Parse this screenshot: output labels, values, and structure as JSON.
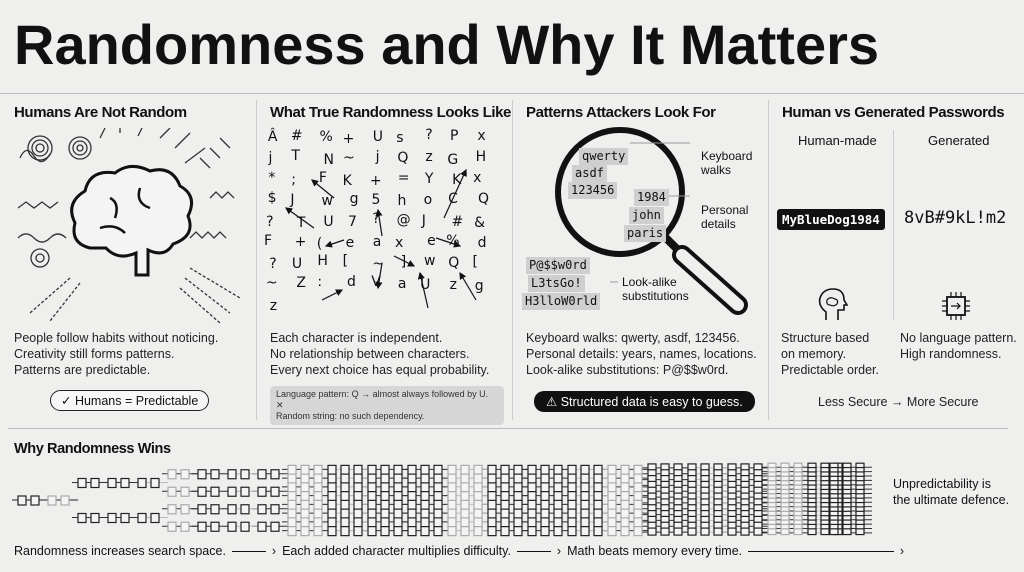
{
  "title": "Randomness and Why It Matters",
  "panels": {
    "humans": {
      "heading": "Humans Are Not Random",
      "lines": [
        "People follow habits without noticing.",
        "Creativity still forms patterns.",
        "Patterns are predictable."
      ],
      "badge": "Humans = Predictable",
      "badge_icon": "check-icon"
    },
    "true_random": {
      "heading": "What True Randomness Looks Like",
      "characters": [
        "Â",
        "#",
        "%",
        "+",
        "U",
        "s",
        "?",
        "P",
        "x",
        "j",
        "T",
        "N",
        "~",
        "j",
        "Q",
        "z",
        "G",
        "H",
        "*",
        ";",
        "F",
        "K",
        "+",
        "=",
        "Y",
        "K",
        "x",
        "$",
        "J",
        "w",
        "g",
        "5",
        "h",
        "o",
        "C",
        "Q",
        "?",
        "T",
        "U",
        "7",
        "?",
        "@",
        "J",
        "#",
        "&",
        "F",
        "+",
        "(",
        "e",
        "a",
        "x",
        "e",
        "%",
        "d",
        "?",
        "U",
        "H",
        "[",
        "~",
        "]",
        "w",
        "Q",
        "[",
        "~",
        "Z",
        ":",
        "d",
        "V",
        "a",
        "U",
        "z",
        "g",
        "z"
      ],
      "lines": [
        "Each character is independent.",
        "No relationship between characters.",
        "Every next choice has equal probability."
      ],
      "note_lines": [
        "Language pattern: Q → almost always followed by U. ✕",
        "Random string: no such dependency."
      ]
    },
    "attackers": {
      "heading": "Patterns Attackers Look For",
      "keyboard_tags": [
        "qwerty",
        "asdf",
        "123456"
      ],
      "personal_tags": [
        "1984",
        "john",
        "paris"
      ],
      "lookalike_tags": [
        "P@$$w0rd",
        "L3tsGo!",
        "H3lloW0rld"
      ],
      "callouts": {
        "keyboard": [
          "Keyboard",
          "walks"
        ],
        "personal": [
          "Personal",
          "details"
        ],
        "lookalike": [
          "Look-alike",
          "substitutions"
        ]
      },
      "lines": [
        "Keyboard walks: qwerty, asdf, 123456.",
        "Personal details: years, names, locations.",
        "Look-alike substitutions: P@$$w0rd."
      ],
      "warning": "Structured data is easy to guess.",
      "warning_icon": "warning-icon"
    },
    "compare": {
      "heading": "Human vs Generated Passwords",
      "human_label": "Human-made",
      "generated_label": "Generated",
      "human_password": "MyBlueDog1984",
      "generated_password": "8vB#9kL!m2",
      "human_lines": [
        "Structure based",
        "on memory.",
        "Predictable order."
      ],
      "generated_lines": [
        "No language pattern.",
        "High randomness."
      ],
      "scale": "Less Secure → More Secure",
      "human_icon": "head-brain-icon",
      "generated_icon": "chip-icon"
    }
  },
  "bottom": {
    "heading": "Why Randomness Wins",
    "captions": [
      "Randomness increases search space.",
      "Each added character multiplies difficulty.",
      "Math beats memory every time."
    ],
    "conclusion": [
      "Unpredictability is",
      "the ultimate defence."
    ]
  },
  "colors": {
    "background": "#efefee",
    "ink": "#111111",
    "tag": "#cfcfcf"
  }
}
